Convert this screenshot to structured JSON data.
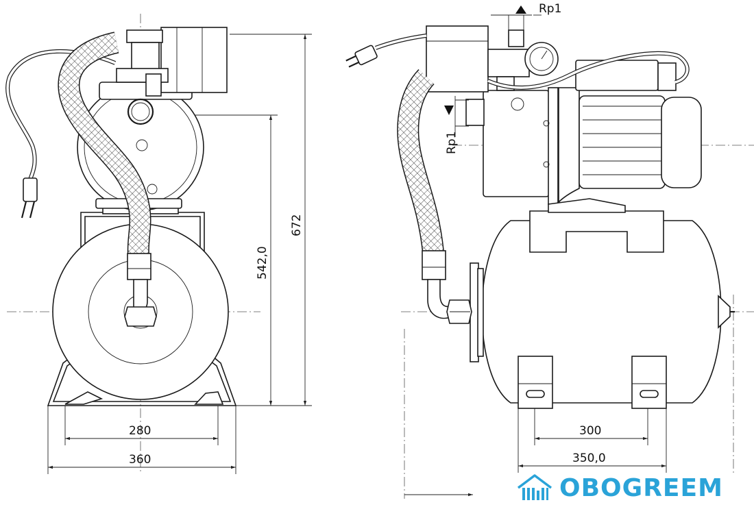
{
  "dimensions": {
    "front_base_inner": "280",
    "front_base_outer": "360",
    "front_height_center": "542,0",
    "front_height_total": "672",
    "side_feet_inner": "300",
    "side_feet_outer": "350,0",
    "side_port_top": "Rp1",
    "side_port_front": "Rp1"
  },
  "brand": {
    "name": "OBOGREEM",
    "color": "#2aa3d8"
  }
}
